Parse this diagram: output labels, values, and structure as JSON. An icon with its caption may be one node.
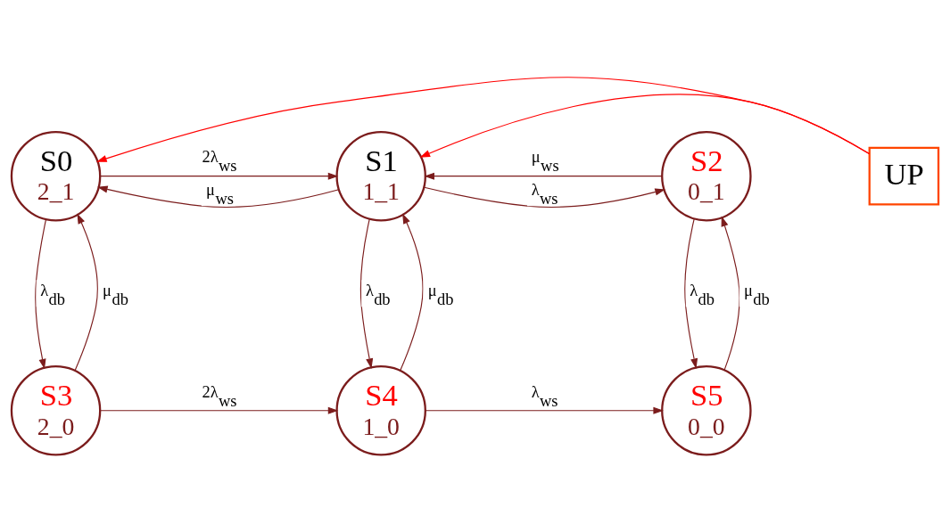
{
  "diagram": {
    "nodes": [
      {
        "text": [
          "S0",
          "2_1"
        ]
      },
      {
        "text": [
          "S1",
          "1_1"
        ]
      },
      {
        "text": [
          "S2",
          "0_1"
        ]
      },
      {
        "text": [
          "S3",
          "2_0"
        ]
      },
      {
        "text": [
          "S4",
          "1_0"
        ]
      },
      {
        "text": [
          "S5",
          "0_0"
        ]
      },
      {
        "text": [
          "UP"
        ]
      }
    ],
    "edges": [
      {
        "from": 0,
        "to": 1,
        "arrow": "to",
        "label": "2λ$_{ws}$"
      },
      {
        "from": 1,
        "to": 2,
        "arrow": "to",
        "label": "λ$_{ws}$"
      },
      {
        "from": 1,
        "to": 0,
        "arrow": "to",
        "label": "μ$_{ws}$"
      },
      {
        "from": 2,
        "to": 1,
        "arrow": "to",
        "label": "μ$_{ws}$"
      },
      {
        "from": 3,
        "to": 0,
        "arrow": "to",
        "label": "μ$_{db}$"
      },
      {
        "from": 0,
        "to": 3,
        "arrow": "to",
        "label": "λ$_{db}$"
      },
      {
        "from": 4,
        "to": 1,
        "arrow": "to",
        "label": "μ$_{db}$"
      },
      {
        "from": 1,
        "to": 4,
        "arrow": "to",
        "label": "λ$_{db}$"
      },
      {
        "from": 5,
        "to": 2,
        "arrow": "to",
        "label": "μ$_{db}$"
      },
      {
        "from": 2,
        "to": 5,
        "arrow": "to",
        "label": "λ$_{db}$"
      },
      {
        "from": 3,
        "to": 4,
        "arrow": "to",
        "label": "2λ$_{ws}$"
      },
      {
        "from": 4,
        "to": 5,
        "arrow": "to",
        "label": "λ$_{ws}$"
      },
      {
        "from": 6,
        "to": 0,
        "arrow": "to",
        "color": "#ff0000"
      },
      {
        "from": 6,
        "to": 1,
        "arrow": "to",
        "color": "#ff0000"
      }
    ]
  }
}
